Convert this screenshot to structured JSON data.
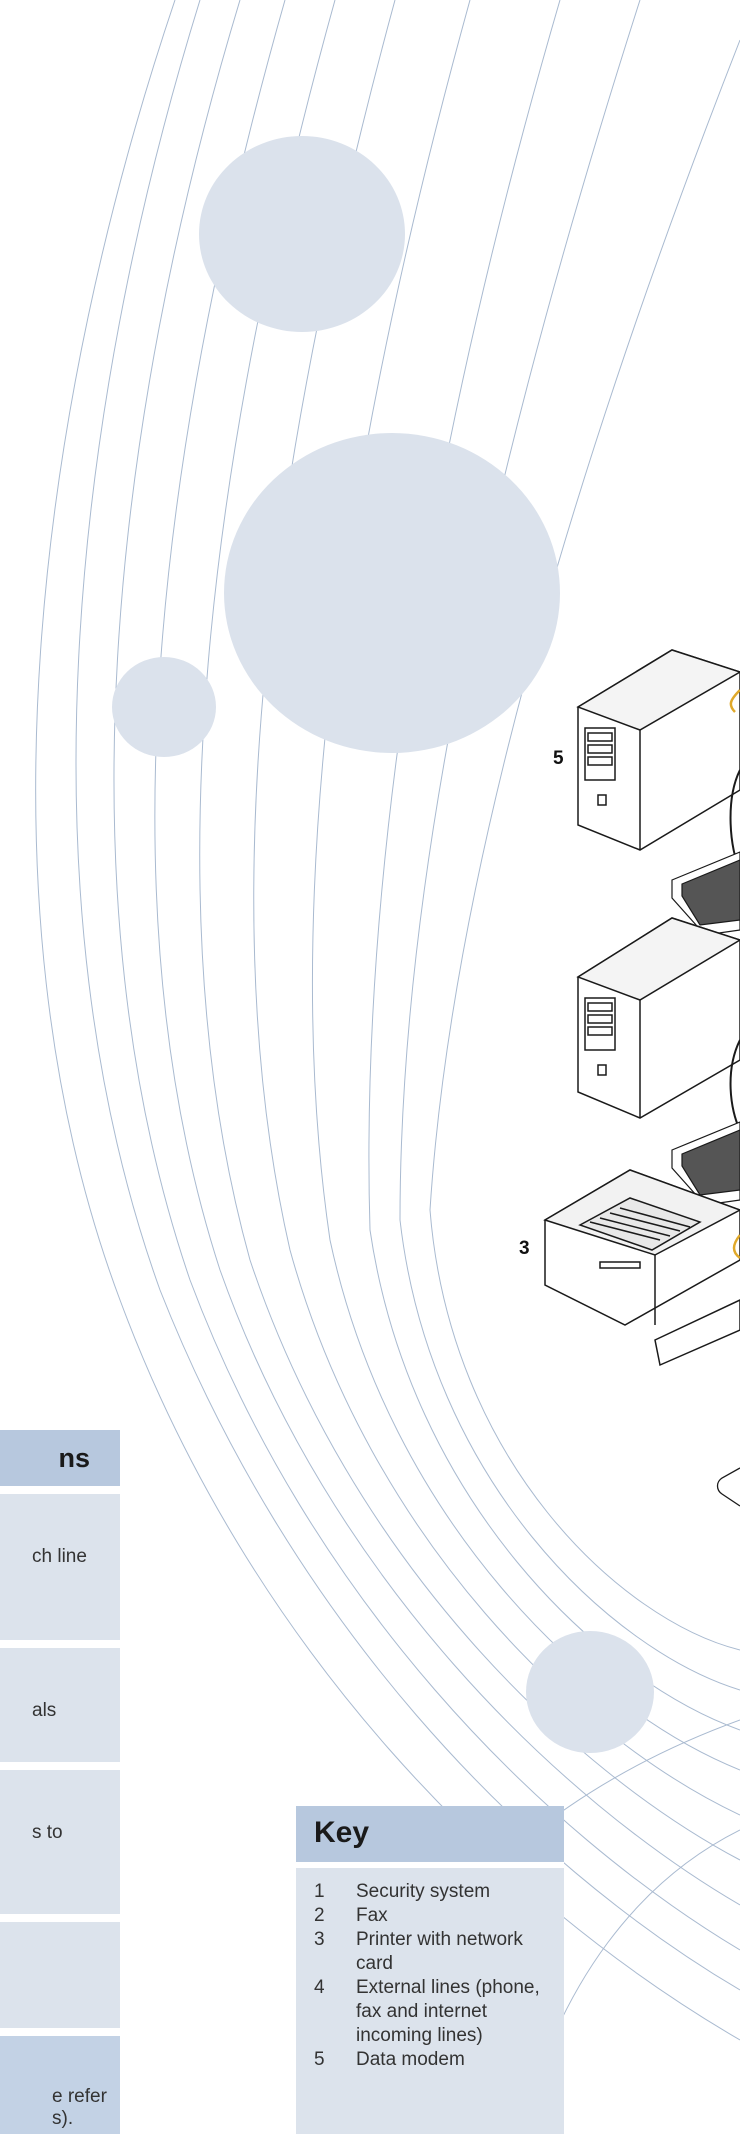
{
  "callouts": {
    "pc_top": "5",
    "printer": "3"
  },
  "left_panel": {
    "header_fragment": "ns",
    "rows": [
      "ch line",
      "als",
      "s to",
      "",
      "e refer\ns)."
    ]
  },
  "key": {
    "title": "Key",
    "items": [
      {
        "num": "1",
        "text": "Security system"
      },
      {
        "num": "2",
        "text": "Fax"
      },
      {
        "num": "3",
        "text": "Printer with network card"
      },
      {
        "num": "4",
        "text": "External lines (phone, fax and internet incoming lines)"
      },
      {
        "num": "5",
        "text": "Data modem"
      }
    ]
  },
  "colors": {
    "panel_light": "#dce3ec",
    "panel_header": "#b7c8de",
    "bubble": "#dbe2ec",
    "arc_line": "#9fb1c9",
    "cable": "#e0a92b"
  }
}
